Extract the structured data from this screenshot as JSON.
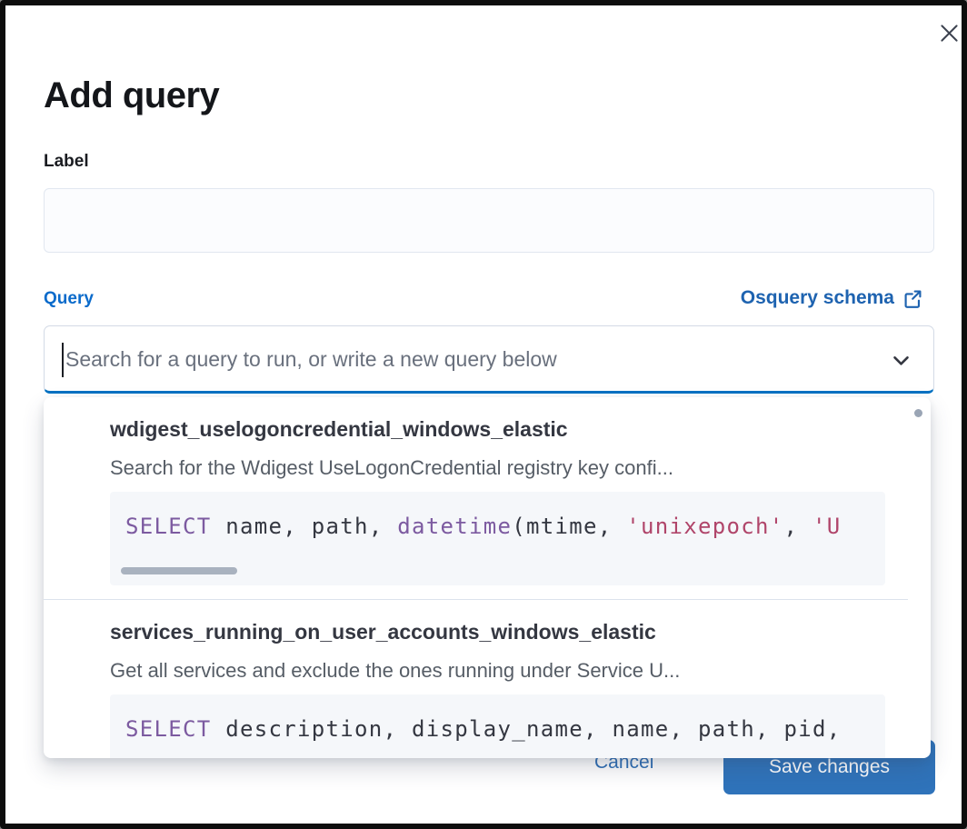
{
  "modal": {
    "title": "Add query"
  },
  "label_field": {
    "label": "Label",
    "value": ""
  },
  "query_field": {
    "label": "Query",
    "schema_link_label": "Osquery schema",
    "placeholder": "Search for a query to run, or write a new query below",
    "value": ""
  },
  "dropdown": {
    "options": [
      {
        "name": "wdigest_uselogoncredential_windows_elastic",
        "description": "Search for the Wdigest UseLogonCredential registry key confi...",
        "sql_tokens": [
          {
            "type": "keyword",
            "text": "SELECT"
          },
          {
            "type": "plain",
            "text": " name, path, "
          },
          {
            "type": "keyword",
            "text": "datetime"
          },
          {
            "type": "plain",
            "text": "(mtime, "
          },
          {
            "type": "string",
            "text": "'unixepoch'"
          },
          {
            "type": "plain",
            "text": ", "
          },
          {
            "type": "string",
            "text": "'U"
          }
        ],
        "has_hscrollbar": true
      },
      {
        "name": "services_running_on_user_accounts_windows_elastic",
        "description": "Get all services and exclude the ones running under Service U...",
        "sql_tokens": [
          {
            "type": "keyword",
            "text": "SELECT"
          },
          {
            "type": "plain",
            "text": " description, display_name, name, path, pid,"
          }
        ],
        "has_hscrollbar": false
      }
    ]
  },
  "footer": {
    "cancel_label": "Cancel",
    "save_label": "Save changes"
  },
  "colors": {
    "accent_blue": "#0071c2",
    "query_label_blue": "#0b6bcb",
    "link_blue": "#1e63b0",
    "cancel_blue": "#2e6eb5",
    "button_blue": "#2f73ba",
    "code_keyword": "#7c5aa0",
    "code_string": "#b0456a"
  }
}
